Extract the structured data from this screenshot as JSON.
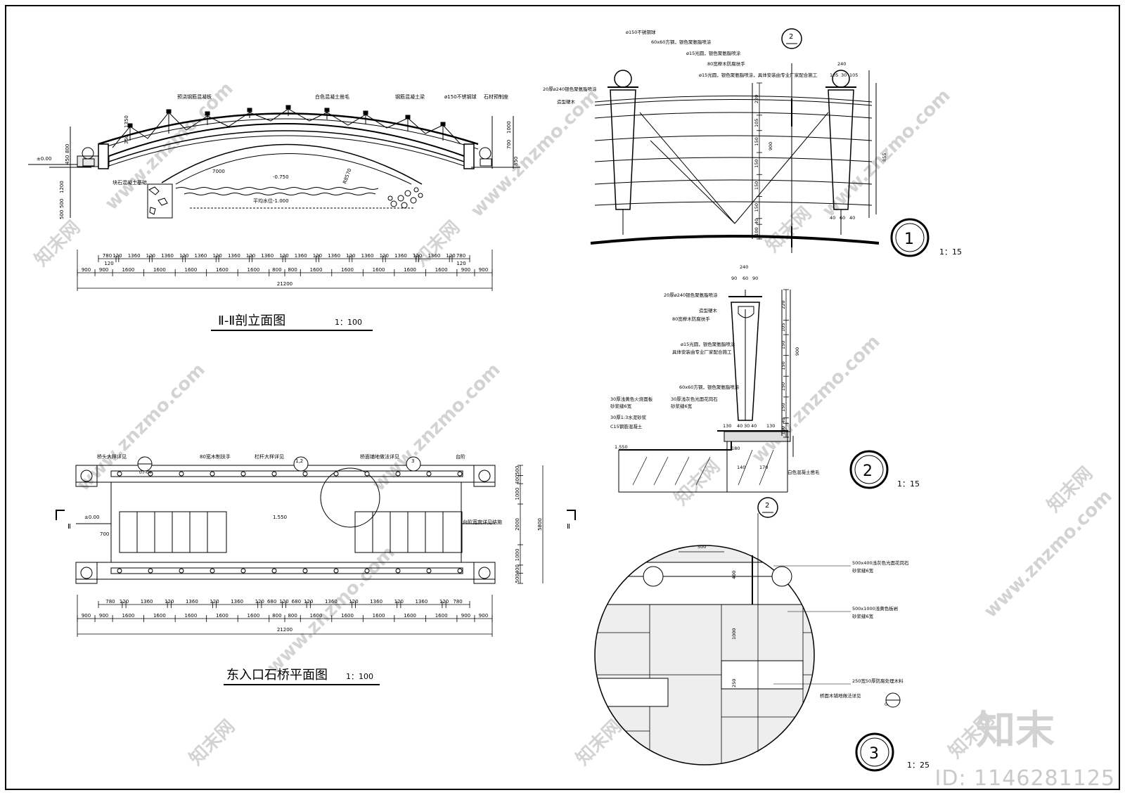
{
  "titles": {
    "section_title": "Ⅱ-Ⅱ剖立面图",
    "section_scale": "1：100",
    "plan_title": "东入口石桥平面图",
    "plan_scale": "1：100",
    "detail1_num": "1",
    "detail1_scale": "1：15",
    "detail2_num": "2",
    "detail2_scale": "1：15",
    "detail3_num": "3",
    "detail3_scale": "1：25"
  },
  "section_labels": {
    "l_jiaobu": "预浇钢筋混凝板",
    "l_baise": "白色混凝土凿毛",
    "l_gangjin": "钢筋混凝土梁",
    "l_ball": "ø150不锈钢球",
    "l_shicai": "石材预制座",
    "l_kuaishi": "块石混凝土基础",
    "level_0": "±0.00",
    "level_750": "-0.750",
    "level_1000": "平均水位-1.000",
    "dim_7000": "7000",
    "dim_r": "R8570",
    "dim_350": "350",
    "dim_1000": "1000",
    "dim_700": "700",
    "dim_850": "850",
    "dim_800": "800",
    "dim_450": "450",
    "dim_1200": "1200",
    "dim_500a": "500",
    "dim_500b": "500",
    "dim_1350": "1350"
  },
  "dims": {
    "row1": [
      "780",
      "120",
      "1360",
      "120",
      "1360",
      "120",
      "1360",
      "120",
      "1360",
      "120",
      "1360",
      "120",
      "1360",
      "120",
      "1360",
      "120",
      "1360",
      "120",
      "1360",
      "120",
      "1360",
      "120",
      "780"
    ],
    "row1_sub": [
      "120",
      "120"
    ],
    "row2": [
      "900",
      "900",
      "1600",
      "1600",
      "1600",
      "1600",
      "1600",
      "800",
      "800",
      "1600",
      "1600",
      "1600",
      "1600",
      "1600",
      "900",
      "900"
    ],
    "total": "21200",
    "plan_row1": [
      "780",
      "120",
      "1360",
      "120",
      "1360",
      "120",
      "1360",
      "120",
      "680",
      "120",
      "680",
      "120",
      "1360",
      "120",
      "1360",
      "120",
      "1360",
      "120",
      "780"
    ],
    "plan_row2": [
      "900",
      "900",
      "1600",
      "1600",
      "1600",
      "1600",
      "1600",
      "800",
      "800",
      "1600",
      "1600",
      "1600",
      "1600",
      "1600",
      "900",
      "900"
    ],
    "plan_total": "21200",
    "plan_right": [
      "500",
      "400",
      "1000",
      "2000",
      "1000",
      "400",
      "500"
    ],
    "plan_right_total": "5800"
  },
  "plan_labels": {
    "l_qiaotou": "桥头大样详见",
    "l_handrail": "80宽木制扶手",
    "l_langan": "栏杆大样详见",
    "l_qiaomian": "桥面铺地做法详见",
    "l_taijie": "台阶",
    "l_taijie2": "台阶宽度详见结施",
    "ref_a": "07-04",
    "ref_b": "1,2",
    "ref_c": "3",
    "lvl0": "±0.00",
    "lvl1550": "1.550",
    "dim_700": "700",
    "mark_left": "Ⅱ",
    "mark_right": "Ⅱ"
  },
  "detail1": {
    "l1": "ø150不锈钢球",
    "l2": "60x60方钢，银色聚氨脂喷涂",
    "l3": "ø15光圆，银色聚氨脂喷涂",
    "l4": "80宽榉木防腐扶手",
    "l5": "ø15光圆，银色聚氨脂喷涂，具体安装由专业厂家配合施工",
    "l6": "20厚ø240银色聚氨脂喷涂",
    "l7": "造型硬木",
    "top": "240",
    "top_sub": [
      "105",
      "30",
      "105"
    ],
    "right_dims": [
      "220",
      "105",
      "150",
      "150",
      "150",
      "150",
      "900",
      "855",
      "40",
      "100"
    ],
    "bottom": [
      "40",
      "60",
      "40"
    ]
  },
  "detail2": {
    "l1": "20厚ø240银色聚氨脂喷涂",
    "l2": "造型硬木",
    "l3": "80宽榉木防腐扶手",
    "l4": "ø15光圆，银色聚氨脂喷涂",
    "l5": "具体安装由专业厂家配合施工",
    "l6": "60x60方钢，银色聚氨脂喷涂",
    "l7": "30厚浅黄色火烧面板",
    "l7b": "砂浆缝6宽",
    "l8": "30厚浅灰色光面花岗石",
    "l8b": "砂浆缝6宽",
    "l9": "30厚1:3水泥砂浆",
    "l10": "C15钢筋混凝土",
    "l11": "白色混凝土凿毛",
    "lvl": "1.550",
    "top": "240",
    "top_sub": [
      "90",
      "60",
      "90"
    ],
    "dims_b": [
      "130",
      "40",
      "30",
      "40",
      "130"
    ],
    "dims_s": [
      "180",
      "140",
      "170"
    ],
    "right_dims": [
      "220",
      "105",
      "150",
      "150",
      "150",
      "150",
      "900",
      "40",
      "100"
    ]
  },
  "detail3": {
    "l1": "500x400浅灰色光面花岗石",
    "l1b": "砂浆缝6宽",
    "l2": "500x1000浅黄色板岩",
    "l2b": "砂浆缝6宽",
    "l3": "250宽50厚防腐处理木料",
    "l4": "桥面木铺地做法详见",
    "ref": "05-06",
    "ref_num": "2",
    "dim_500": "500",
    "dim_400": "400",
    "dim_1000": "1000",
    "dim_250": "250",
    "marker": "2"
  },
  "watermark": {
    "site": "www.znzmo.com",
    "logo": "知末",
    "cn_site": "知末网",
    "id": "ID: 1146281125"
  }
}
